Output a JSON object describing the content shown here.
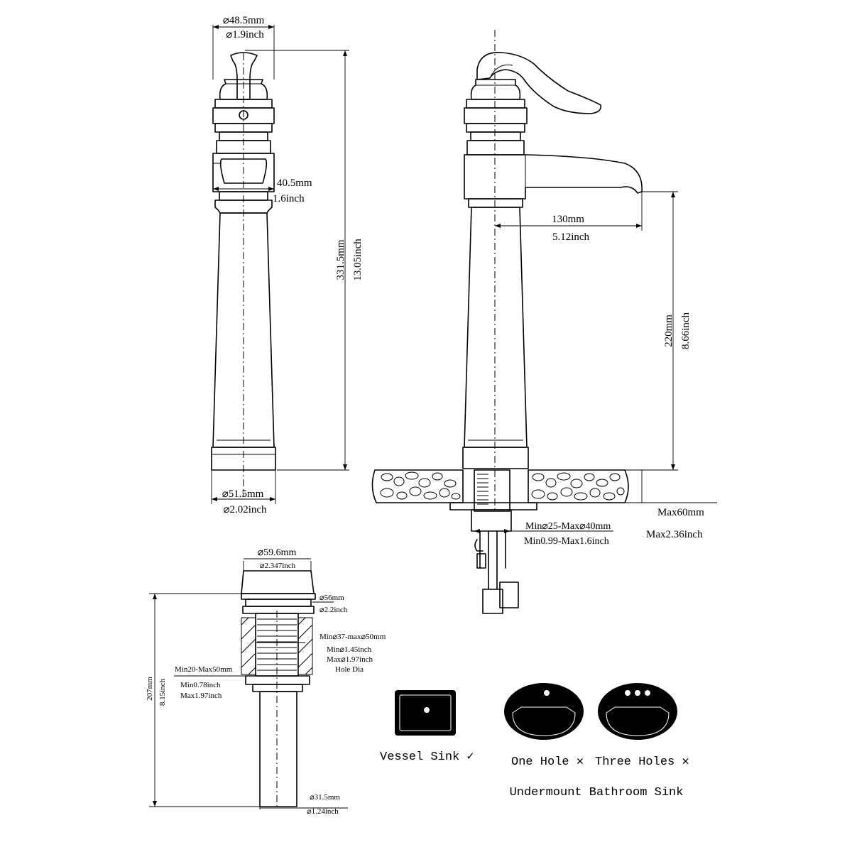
{
  "faucet_front": {
    "top_diameter_mm": "⌀48.5mm",
    "top_diameter_in": "⌀1.9inch",
    "handle_width_mm": "40.5mm",
    "handle_width_in": "1.6inch",
    "height_mm": "331.5mm",
    "height_in": "13.05inch",
    "base_diameter_mm": "⌀51.5mm",
    "base_diameter_in": "⌀2.02inch"
  },
  "faucet_side": {
    "reach_mm": "130mm",
    "reach_in": "5.12inch",
    "spout_height_mm": "220mm",
    "spout_height_in": "8.66inch",
    "deck_thickness_mm": "Max60mm",
    "deck_thickness_in": "Max2.36inch",
    "hole_dia_mm": "Min⌀25-Max⌀40mm",
    "hole_dia_in": "Min0.99-Max1.6inch"
  },
  "drain": {
    "cap_dia_mm": "⌀59.6mm",
    "cap_dia_in": "⌀2.347inch",
    "flange_dia_mm": "⌀56mm",
    "flange_dia_in": "⌀2.2inch",
    "hole_range_mm": "Min⌀37-max⌀50mm",
    "hole_min_in": "Min⌀1.45inch",
    "hole_max_in": "Max⌀1.97inch",
    "hole_label": "Hole Dia",
    "thickness_mm": "Min20-Max50mm",
    "thickness_min_in": "Min0.78inch",
    "thickness_max_in": "Max1.97inch",
    "height_mm": "207mm",
    "height_in": "8.15inch",
    "pipe_dia_mm": "⌀31.5mm",
    "pipe_dia_in": "⌀1.24inch"
  },
  "sinks": {
    "vessel_label": "Vessel Sink ✓",
    "one_hole_label": "One Hole ✕",
    "three_holes_label": "Three Holes ✕",
    "undermount_label": "Undermount Bathroom Sink"
  }
}
